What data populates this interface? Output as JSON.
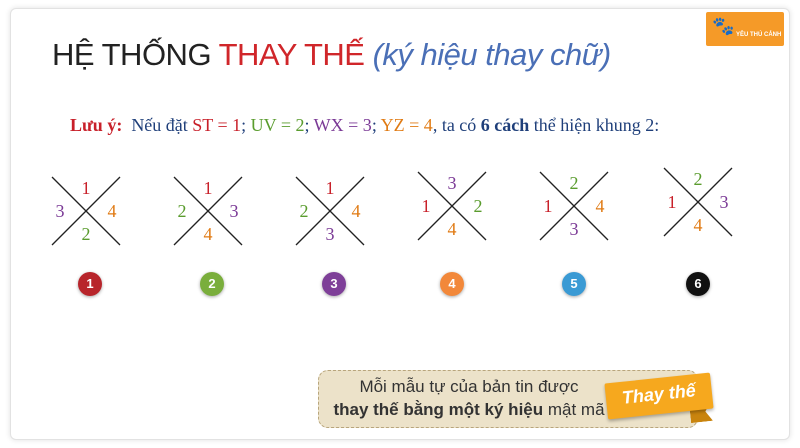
{
  "logo": {
    "text": "YÊU THÚ CẢNH",
    "icon": "dog-cat-icon"
  },
  "title": {
    "part1": "HỆ THỐNG ",
    "part2": "THAY THẾ",
    "part3": " (ký hiệu thay chữ)"
  },
  "note": {
    "label": "Lưu ý:",
    "prefix": "Nếu đặt ",
    "st": "ST = 1",
    "sep1": "; ",
    "uv": "UV = 2",
    "sep2": "; ",
    "wx": "WX = 3",
    "sep3": "; ",
    "yz": "YZ  = 4",
    "mid": ", ta có ",
    "count": "6 cách",
    "suffix": " thể hiện khung 2:"
  },
  "crosses": [
    {
      "top": "1",
      "left": "3",
      "right": "4",
      "bottom": "2",
      "badge": "1"
    },
    {
      "top": "1",
      "left": "2",
      "right": "3",
      "bottom": "4",
      "badge": "2"
    },
    {
      "top": "1",
      "left": "2",
      "right": "4",
      "bottom": "3",
      "badge": "3"
    },
    {
      "top": "3",
      "left": "1",
      "right": "2",
      "bottom": "4",
      "badge": "4"
    },
    {
      "top": "2",
      "left": "1",
      "right": "4",
      "bottom": "3",
      "badge": "5"
    },
    {
      "top": "2",
      "left": "1",
      "right": "3",
      "bottom": "4",
      "badge": "6"
    }
  ],
  "number_colors": {
    "1": "#c8202a",
    "2": "#5a9c2e",
    "3": "#7b3a96",
    "4": "#e07b14"
  },
  "badge_colors": [
    "#b8252b",
    "#7aae3c",
    "#7e3f98",
    "#f2883a",
    "#3a9ad4",
    "#111111"
  ],
  "banner": {
    "line1": "Mỗi mẫu tự của bản tin được",
    "line2_bold": "thay thế bằng một ký hiệu",
    "line2_rest": " mật mã"
  },
  "ribbon": {
    "label": "Thay thế"
  }
}
